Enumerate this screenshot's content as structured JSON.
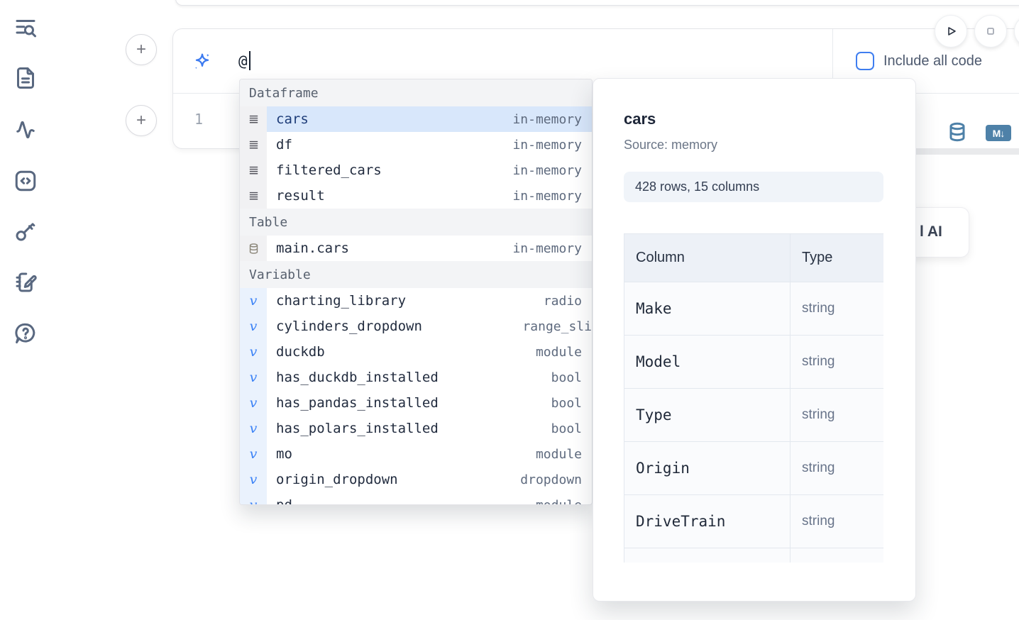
{
  "colors": {
    "accent": "#3b82f6",
    "steel_blue": "#4e81a8",
    "selection": "#d8e7fb"
  },
  "sidebar": {
    "items": [
      {
        "icon": "list-search-icon"
      },
      {
        "icon": "file-text-icon"
      },
      {
        "icon": "activity-icon"
      },
      {
        "icon": "code-square-icon"
      },
      {
        "icon": "key-icon"
      },
      {
        "icon": "scratchpad-icon"
      },
      {
        "icon": "help-chat-icon"
      }
    ]
  },
  "cell": {
    "add_label": "+",
    "prompt_value": "@",
    "include_all_code_label": "Include all code",
    "line_number": "1",
    "markdown_badge": "M↓"
  },
  "autocomplete": {
    "variable_glyph": "v",
    "sections": [
      {
        "label": "Dataframe",
        "items": [
          {
            "name": "cars",
            "type": "in-memory",
            "selected": true
          },
          {
            "name": "df",
            "type": "in-memory"
          },
          {
            "name": "filtered_cars",
            "type": "in-memory"
          },
          {
            "name": "result",
            "type": "in-memory"
          }
        ]
      },
      {
        "label": "Table",
        "items": [
          {
            "name": "main.cars",
            "type": "in-memory"
          }
        ]
      },
      {
        "label": "Variable",
        "items": [
          {
            "name": "charting_library",
            "type": "radio"
          },
          {
            "name": "cylinders_dropdown",
            "type": "range_sli"
          },
          {
            "name": "duckdb",
            "type": "module"
          },
          {
            "name": "has_duckdb_installed",
            "type": "bool"
          },
          {
            "name": "has_pandas_installed",
            "type": "bool"
          },
          {
            "name": "has_polars_installed",
            "type": "bool"
          },
          {
            "name": "mo",
            "type": "module"
          },
          {
            "name": "origin_dropdown",
            "type": "dropdown"
          },
          {
            "name": "pd",
            "type": "module"
          }
        ]
      }
    ]
  },
  "popover": {
    "title": "cars",
    "source": "Source: memory",
    "summary": "428 rows, 15 columns",
    "table": {
      "headers": [
        "Column",
        "Type"
      ],
      "rows": [
        [
          "Make",
          "string"
        ],
        [
          "Model",
          "string"
        ],
        [
          "Type",
          "string"
        ],
        [
          "Origin",
          "string"
        ],
        [
          "DriveTrain",
          "string"
        ]
      ]
    }
  },
  "ai_fragment": {
    "label": "l AI"
  }
}
